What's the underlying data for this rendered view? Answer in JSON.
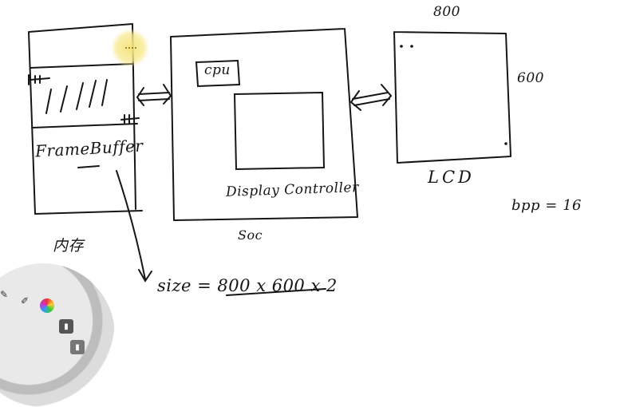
{
  "diagram": {
    "memory": {
      "framebuffer_label": "FrameBuffer",
      "label": "内存"
    },
    "soc": {
      "cpu_label": "cpu",
      "display_controller_label": "Display Controller",
      "label": "Soc"
    },
    "lcd": {
      "width_label": "800",
      "height_label": "600",
      "label": "LCD"
    },
    "bpp_label": "bpp = 16",
    "size_formula": "size = 800 x 600 x 2"
  },
  "colors": {
    "ink": "#161616",
    "pointer_highlight": "#f7e98a"
  },
  "annotation_toolbar": {
    "tools": [
      "pen-icon",
      "brush-icon",
      "color-wheel-icon",
      "eraser-icon"
    ]
  }
}
